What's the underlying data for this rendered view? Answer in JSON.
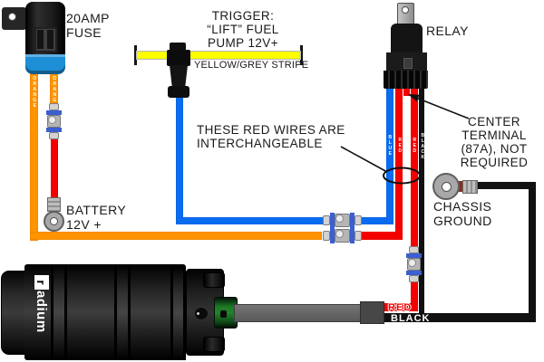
{
  "colors": {
    "orange": "#ff9300",
    "red": "#f50000",
    "blue": "#0a6cf0",
    "yellow": "#fdff00",
    "black_wire": "#111111",
    "fuse_band_blue": "#1e8ed6",
    "splice_band_blue": "#3b5fd0",
    "connector_green": "#22862a",
    "metal_grey": "#a8a8a8"
  },
  "fuse": {
    "label": "20AMP\nFUSE"
  },
  "trigger": {
    "label": "TRIGGER:\n“LIFT” FUEL\nPUMP 12V+",
    "wire_note": "YELLOW/GREY STRIPE"
  },
  "relay": {
    "label": "RELAY"
  },
  "battery": {
    "label": "BATTERY\n12V +"
  },
  "chassis_ground": {
    "label": "CHASSIS\nGROUND"
  },
  "notes": {
    "interchangeable": "THESE RED WIRES ARE\nINTERCHANGEABLE",
    "center_terminal": "CENTER\nTERMINAL\n(87A), NOT\nREQUIRED"
  },
  "pump": {
    "brand_first_letter": "r",
    "brand_rest": "adium",
    "red_wire_label": "RED",
    "black_wire_label": "BLACK"
  },
  "wire_markings": {
    "orange": "ORANGE",
    "blue": "BLUE",
    "red": "RED",
    "black": "BLACK"
  }
}
